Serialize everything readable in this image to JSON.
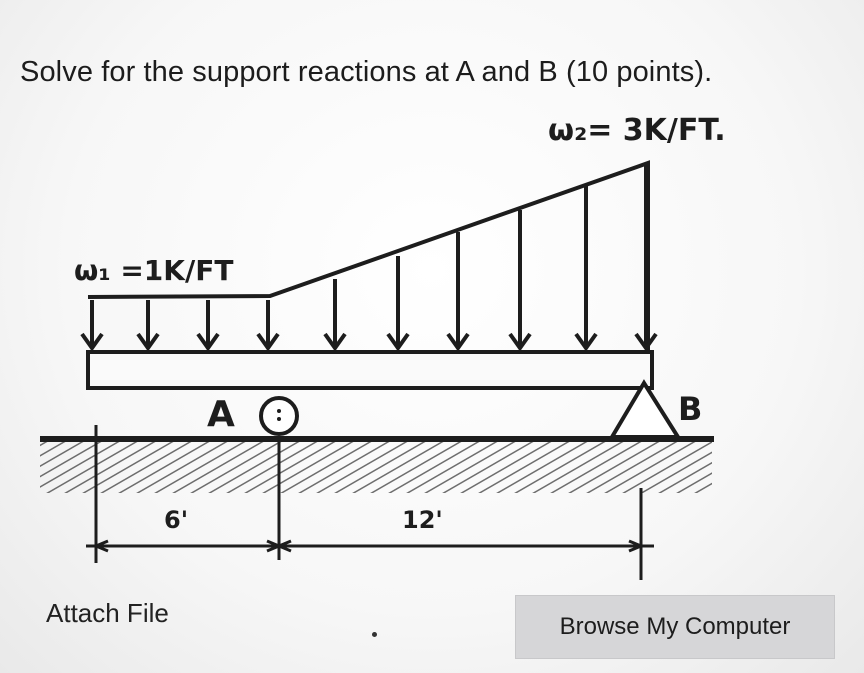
{
  "question": {
    "text": "Solve for the support reactions at A and B (10 points)."
  },
  "diagram": {
    "w2_label": "ω₂= 3K/FT.",
    "w1_label": "ω₁ =1K/FT",
    "support_a_label": "A",
    "support_b_label": "B",
    "dim_left_label": "6'",
    "dim_right_label": "12'"
  },
  "attach": {
    "label": "Attach File",
    "browse_label": "Browse My Computer"
  }
}
